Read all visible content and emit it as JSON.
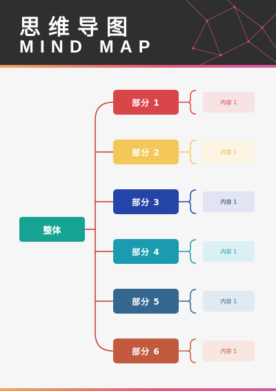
{
  "header": {
    "title_cn": "思维导图",
    "title_en": "MIND MAP"
  },
  "colors": {
    "header_bg": "#2f2f2f",
    "header_line_accent": "#e8567a",
    "root": "#17a394",
    "connector": "#c0392b"
  },
  "root": {
    "label": "整体"
  },
  "parts": [
    {
      "label": "部分 1",
      "content": "内容 1",
      "color": "#d9464a",
      "content_bg": "#f8e3e4",
      "content_color": "#d9464a"
    },
    {
      "label": "部分 2",
      "content": "内容 1",
      "color": "#f4c75a",
      "content_bg": "#fdf4e1",
      "content_color": "#e9b84a"
    },
    {
      "label": "部分 3",
      "content": "内容 1",
      "color": "#2444a8",
      "content_bg": "#e1e5f3",
      "content_color": "#22336e"
    },
    {
      "label": "部分 4",
      "content": "内容 1",
      "color": "#1a9bb0",
      "content_bg": "#dcf0f4",
      "content_color": "#1a9bb0"
    },
    {
      "label": "部分 5",
      "content": "内容 1",
      "color": "#346690",
      "content_bg": "#e0eaf2",
      "content_color": "#346690"
    },
    {
      "label": "部分 6",
      "content": "内容 1",
      "color": "#c25b3e",
      "content_bg": "#f8e6e0",
      "content_color": "#c25b3e"
    }
  ]
}
